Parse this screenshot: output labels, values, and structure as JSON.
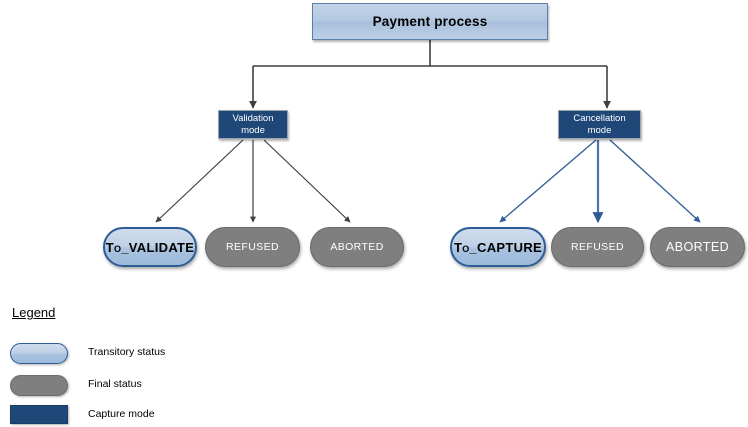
{
  "diagram": {
    "title": "Payment process",
    "root": {
      "label": "Payment process"
    },
    "modes": [
      {
        "id": "validation",
        "label": "Validation mode",
        "line1": "Validation",
        "line2": "mode",
        "connector_color": "#3f3f3f"
      },
      {
        "id": "cancellation",
        "label": "Cancellation mode",
        "line1": "Cancellation",
        "line2": "mode",
        "connector_color": "#2f5c96"
      }
    ],
    "statuses": {
      "validation": [
        {
          "label": "To_VALIDATE",
          "kind": "transitory"
        },
        {
          "label": "REFUSED",
          "kind": "final"
        },
        {
          "label": "ABORTED",
          "kind": "final"
        }
      ],
      "cancellation": [
        {
          "label": "To_CAPTURE",
          "kind": "transitory"
        },
        {
          "label": "REFUSED",
          "kind": "final"
        },
        {
          "label": "ABORTED",
          "kind": "final"
        }
      ]
    }
  },
  "legend": {
    "title": "Legend",
    "items": [
      {
        "label": "Transitory status",
        "kind": "transitory",
        "color": "#b7cce4"
      },
      {
        "label": "Final status",
        "kind": "final",
        "color": "#7f7f7f"
      },
      {
        "label": "Capture mode",
        "kind": "mode",
        "color": "#1f4878"
      }
    ]
  },
  "colors": {
    "process_fill": "#b4c8e1",
    "process_border": "#5b7fa6",
    "mode_fill": "#1f4878",
    "transitory_fill": "#b7cce4",
    "transitory_border": "#2f5c96",
    "final_fill": "#7f7f7f",
    "arrow_dark": "#3f3f3f",
    "arrow_blue": "#2f5c96"
  }
}
